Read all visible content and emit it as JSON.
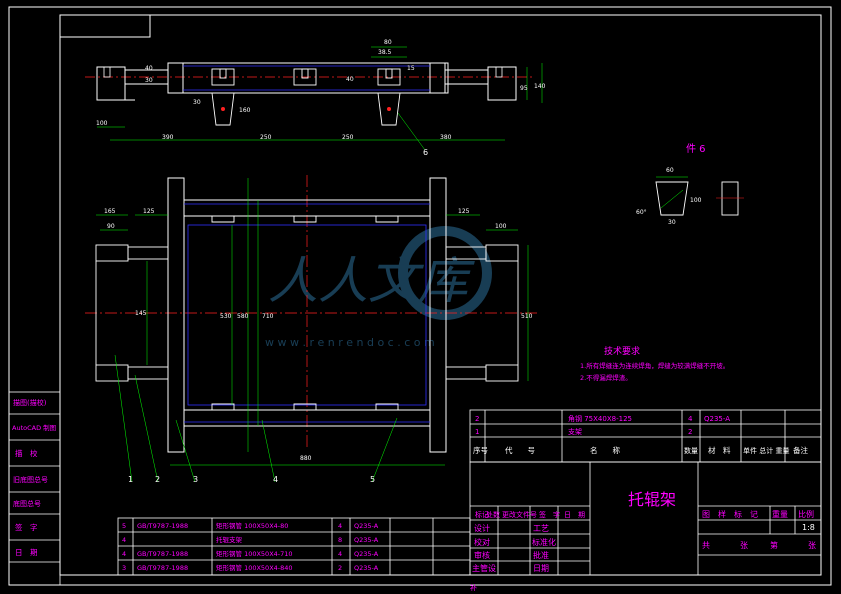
{
  "colors": {
    "background": "#000000",
    "frame": "#ffffff",
    "part_outline": "#ffffff",
    "hidden_lines": "#3030ff",
    "center_lines": "#ff2020",
    "leaders": "#00ff00",
    "text_magenta": "#ff00ff",
    "watermark": "#2d6f9a"
  },
  "views": {
    "top_dims": [
      "100",
      "390",
      "250",
      "250",
      "380"
    ],
    "top_small_dims": [
      "80",
      "38.5",
      "15",
      "40",
      "30",
      "40",
      "30",
      "160",
      "95",
      "140"
    ],
    "plan_dims": [
      "165",
      "90",
      "125",
      "125",
      "100",
      "145",
      "530",
      "580",
      "710",
      "510",
      "880"
    ],
    "detail6_title": "件 6",
    "detail6_dims": [
      "60",
      "30",
      "100",
      "60°"
    ],
    "balloons": [
      "1",
      "2",
      "3",
      "4",
      "5",
      "6"
    ]
  },
  "watermark": {
    "cn": "人人文库",
    "url": "w w w . r e n r e n d o c . c o m"
  },
  "tech_req": {
    "title": "技术要求",
    "lines": [
      "1.所有焊缝连为连续焊角，焊缝为较满焊缝不开坡。",
      "2.不得漏焊焊渣。"
    ]
  },
  "bom_top": [
    {
      "no": "2",
      "code": "",
      "name": "角钢 75X40X8-125",
      "qty": "4",
      "mat": "Q235-A"
    },
    {
      "no": "1",
      "code": "",
      "name": "支架",
      "qty": "2",
      "mat": ""
    }
  ],
  "bom_header": {
    "no": "序号",
    "code": "代　　号",
    "name": "名　　称",
    "qty": "数量",
    "mat": "材　料",
    "wt": "单件 总计\n重量",
    "note": "备注"
  },
  "bom_bottom": [
    {
      "no": "5",
      "code": "GB/T9787-1988",
      "name": "矩形钢管 100X50X4-80",
      "qty": "4",
      "mat": "Q235-A"
    },
    {
      "no": "4",
      "code": "",
      "name": "托辊支架",
      "qty": "8",
      "mat": "Q235-A"
    },
    {
      "no": "4",
      "code": "GB/T9787-1988",
      "name": "矩形钢管 100X50X4-710",
      "qty": "4",
      "mat": "Q235-A"
    },
    {
      "no": "3",
      "code": "GB/T9787-1988",
      "name": "矩形钢管 100X50X4-840",
      "qty": "2",
      "mat": "Q235-A"
    }
  ],
  "title_block": {
    "drawing_title": "托辊架",
    "rev_header": [
      "标记",
      "处数",
      "更改文件号",
      "签　字",
      "日　期"
    ],
    "roles_left": [
      "设计",
      "校对",
      "审核",
      "主管设"
    ],
    "roles_mid": [
      "工艺",
      "标准化",
      "批准",
      "日期"
    ],
    "stage_labels": [
      "图　样　标　记",
      "重量",
      "比例"
    ],
    "scale": "1:8",
    "sheet_text": [
      "共",
      "张",
      "第",
      "张"
    ],
    "bottom_mark": "补"
  },
  "left_strip": [
    "描图(描校)",
    "AutoCAD 制图",
    "描　校",
    "旧底图总号",
    "底图总号",
    "签　字",
    "日　期"
  ]
}
